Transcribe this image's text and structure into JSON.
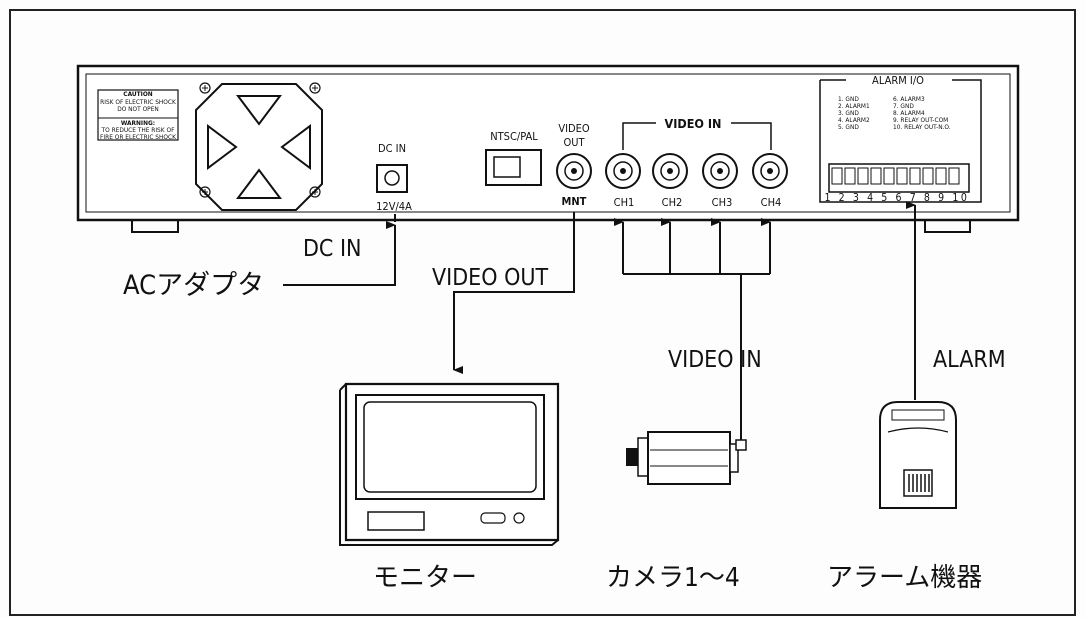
{
  "dvr": {
    "caution": {
      "title": "CAUTION",
      "line1": "RISK OF ELECTRIC SHOCK",
      "line2": "DO NOT OPEN",
      "warning": "WARNING:",
      "line3": "TO REDUCE THE RISK OF",
      "line4": "FIRE OR ELECTRIC SHOCK"
    },
    "dc_in_label": "DC IN",
    "dc_in_rating": "12V/4A",
    "ntsc_pal_label": "NTSC/PAL",
    "video_out_label_1": "VIDEO",
    "video_out_label_2": "OUT",
    "mnt_label": "MNT",
    "video_in_label": "VIDEO IN",
    "channels": [
      "CH1",
      "CH2",
      "CH3",
      "CH4"
    ],
    "alarm_io": {
      "title": "ALARM I/O",
      "pins": [
        "1. GND",
        "2. ALARM1",
        "3. GND",
        "4. ALARM2",
        "5. GND",
        "6. ALARM3",
        "7. GND",
        "8. ALARM4",
        "9. RELAY OUT-COM",
        "10. RELAY OUT-N.O."
      ],
      "terminal_numbers": "1 2 3 4 5 6 7 8 9 10"
    }
  },
  "labels": {
    "dc_in": "DC IN",
    "ac_adapter": "ACアダプタ",
    "video_out": "VIDEO OUT",
    "video_in": "VIDEO IN",
    "alarm": "ALARM",
    "monitor": "モニター",
    "camera": "カメラ1～4",
    "alarm_device": "アラーム機器"
  }
}
